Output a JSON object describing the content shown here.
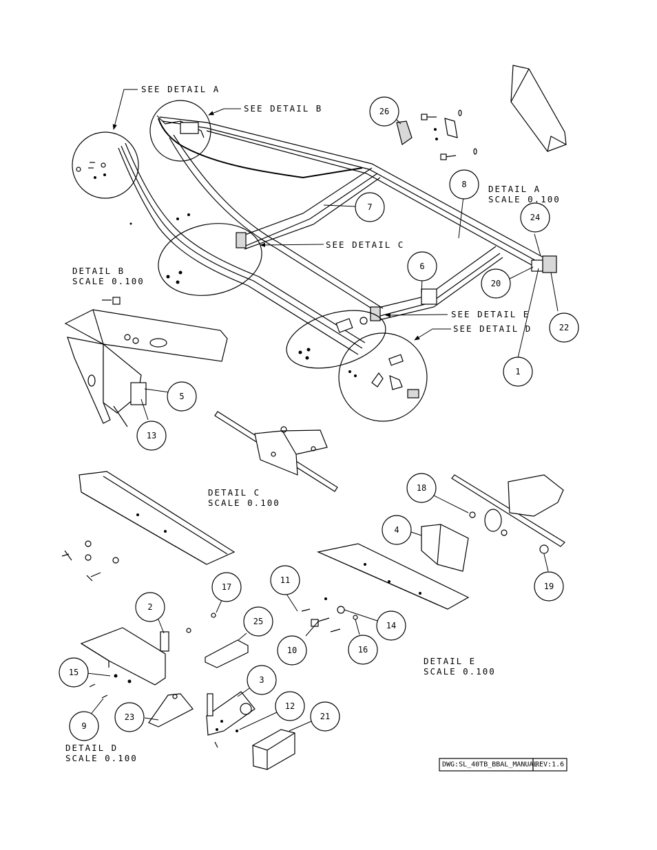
{
  "callouts": {
    "see_detail_a": "SEE DETAIL  A",
    "see_detail_b": "SEE DETAIL  B",
    "see_detail_c": "SEE DETAIL  C",
    "see_detail_d": "SEE DETAIL  D",
    "see_detail_e": "SEE DETAIL  E"
  },
  "details": {
    "a": {
      "title": "DETAIL  A",
      "scale": "SCALE  0.100"
    },
    "b": {
      "title": "DETAIL  B",
      "scale": "SCALE  0.100"
    },
    "c": {
      "title": "DETAIL  C",
      "scale": "SCALE  0.100"
    },
    "d": {
      "title": "DETAIL  D",
      "scale": "SCALE  0.100"
    },
    "e": {
      "title": "DETAIL  E",
      "scale": "SCALE  0.100"
    }
  },
  "balloons": [
    "26",
    "8",
    "7",
    "24",
    "6",
    "20",
    "22",
    "1",
    "5",
    "13",
    "18",
    "4",
    "19",
    "17",
    "11",
    "2",
    "25",
    "14",
    "10",
    "16",
    "15",
    "3",
    "12",
    "21",
    "9",
    "23"
  ],
  "title_block": {
    "dwg": "DWG:SL_40TB_BBAL_MANUAL",
    "rev": "REV:1.6"
  }
}
